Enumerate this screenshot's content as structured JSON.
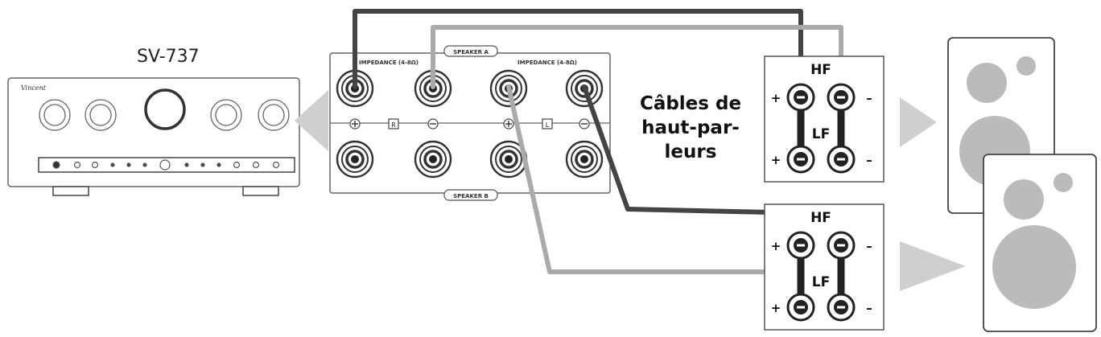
{
  "amplifier": {
    "model": "SV-737",
    "brand": "Vincent"
  },
  "terminal_panel": {
    "speaker_a": "SPEAKER A",
    "speaker_b": "SPEAKER B",
    "impedance_left": "IMPEDANCE (4-8Ω)",
    "impedance_right": "IMPEDANCE (4-8Ω)",
    "channel_right": "R",
    "channel_left": "L"
  },
  "cable_label": {
    "line1": "Câbles de",
    "line2": "haut-par-",
    "line3": "leurs"
  },
  "speaker_terminals": {
    "hf": "HF",
    "lf": "LF",
    "plus": "+",
    "minus": "–"
  },
  "colors": {
    "dark_cable": "#444444",
    "light_cable": "#aaaaaa",
    "outline": "#555555",
    "speaker_fill": "#bbbbbb"
  }
}
